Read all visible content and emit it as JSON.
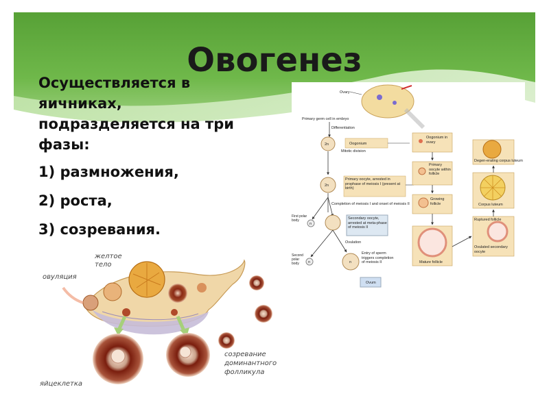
{
  "slide": {
    "title": "Овогенез",
    "intro": "Осуществляется в яичниках, подразделяется на три фазы:",
    "phases": [
      "1) размножения,",
      "2) роста,",
      "3) созревания."
    ]
  },
  "left_figure": {
    "labels": {
      "corpus_luteum": "желтое тело",
      "ovulation": "овуляция",
      "dominant": "созревание доминантного фолликула",
      "egg": "яйцеклетка"
    }
  },
  "right_figure": {
    "labels": {
      "ovary": "Ovary",
      "primary_germ": "Primary germ cell in embryo",
      "differentiation": "Differentiation",
      "oogonium": "Oogonium",
      "mitotic": "Mitotic division",
      "primary_oocyte": "Primary oocyte, arrested in prophase of meiosis I (present at birth)",
      "completion_meiosis": "Completion of meiosis I and onset of meiosis II",
      "first_polar": "First polar body",
      "secondary_oocyte": "Secondary oocyte, arrested at meta-phase of meiosis II",
      "ovulation": "Ovulation",
      "second_polar": "Second polar body",
      "entry_sperm": "Entry of sperm triggers completion of meiosis II",
      "ovum": "Ovum",
      "oogonium_ovary": "Oogonium in ovary",
      "primary_within": "Primary oocyte within follicle",
      "growing": "Growing follicle",
      "mature": "Mature follicle",
      "degenerating": "Degen-erating corpus luteum",
      "corpus_luteum": "Corpus luteum",
      "ruptured": "Ruptured follicle",
      "ovulated_secondary": "Ovulated secondary oocyte",
      "two_n": "2n",
      "n": "n"
    }
  },
  "colors": {
    "green_dark": "#4a8a2a",
    "green_light": "#b8dc9a",
    "panel_tan": "#f6e2b8"
  }
}
